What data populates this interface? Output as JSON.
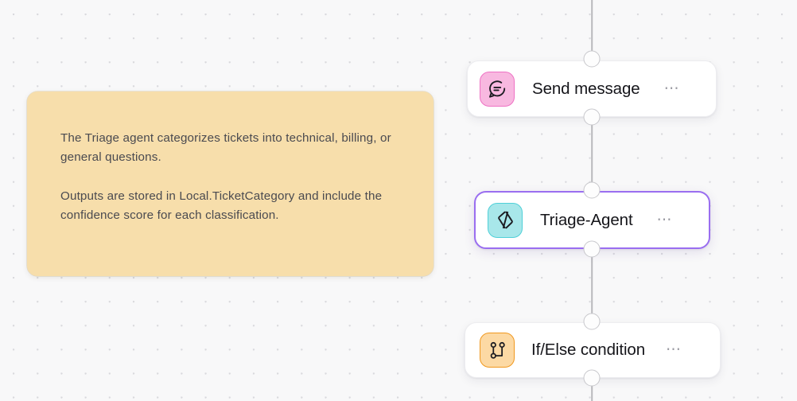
{
  "canvas": {
    "background_color": "#f8f8f9",
    "dot_color": "#d9d9dd"
  },
  "note": {
    "name": "workflow-note",
    "background_color": "#f7deab",
    "text_color": "#4a4a50",
    "paragraphs": [
      "The Triage agent categorizes tickets into technical, billing, or general questions.",
      "Outputs are stored in Local.TicketCategory and include the confidence score for each classification."
    ]
  },
  "nodes": [
    {
      "id": "send-message",
      "label": "Send message",
      "icon": "chat-bubble-icon",
      "icon_style": "icon-pink",
      "icon_bg": "#f8b8e0",
      "icon_border": "#ee72c4",
      "menu": "⋯",
      "selected": false
    },
    {
      "id": "triage-agent",
      "label": "Triage-Agent",
      "icon": "agent-hexagon-icon",
      "icon_style": "icon-cyan",
      "icon_bg": "#a8e7ea",
      "icon_border": "#4fd0d8",
      "menu": "⋯",
      "selected": true,
      "selection_color": "#9a6ef0"
    },
    {
      "id": "if-else-condition",
      "label": "If/Else condition",
      "icon": "branch-icon",
      "icon_style": "icon-amber",
      "icon_bg": "#fcd9a4",
      "icon_border": "#f0981f",
      "menu": "⋯",
      "selected": false
    }
  ],
  "connectors": {
    "handle_fill": "#fdfdfd",
    "handle_border": "#c8c8cc",
    "edge_color": "#b9b9bd"
  }
}
